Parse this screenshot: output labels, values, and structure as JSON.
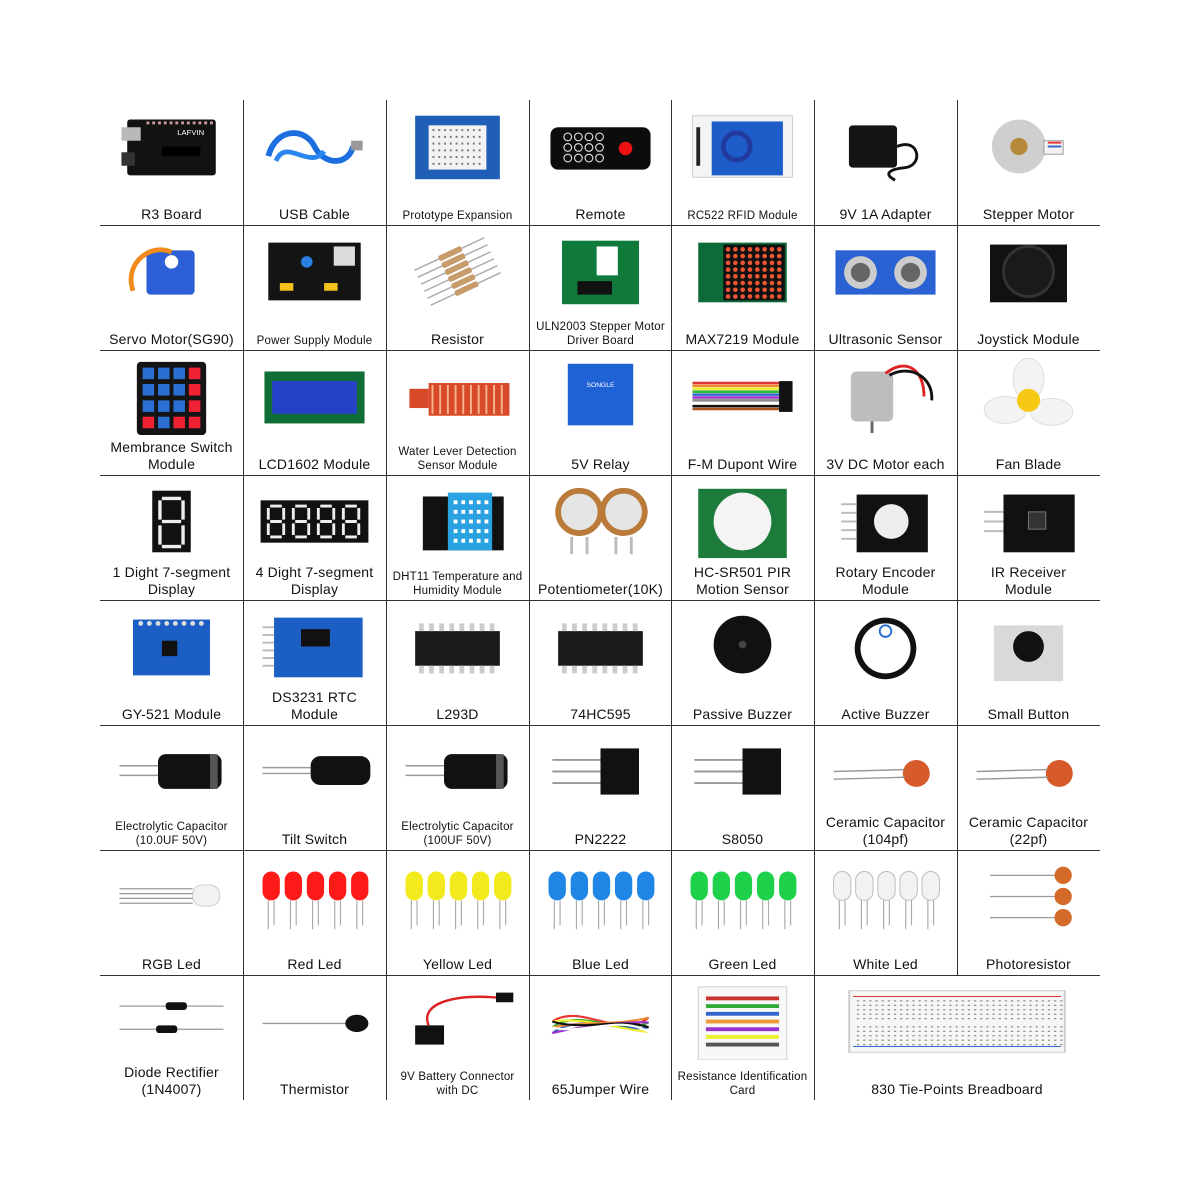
{
  "rows": [
    [
      {
        "label": "R3 Board",
        "icon": "arduino-board-icon"
      },
      {
        "label": "USB Cable",
        "icon": "usb-cable-icon"
      },
      {
        "label": "Prototype Expansion",
        "icon": "prototype-shield-icon",
        "small": true
      },
      {
        "label": "Remote",
        "icon": "ir-remote-icon"
      },
      {
        "label": "RC522 RFID Module",
        "icon": "rfid-module-icon",
        "small": true
      },
      {
        "label": "9V 1A Adapter",
        "icon": "power-adapter-icon"
      },
      {
        "label": "Stepper Motor",
        "icon": "stepper-motor-icon"
      }
    ],
    [
      {
        "label": "Servo Motor(SG90)",
        "icon": "servo-motor-icon"
      },
      {
        "label": "Power Supply Module",
        "icon": "power-supply-module-icon",
        "small": true
      },
      {
        "label": "Resistor",
        "icon": "resistor-icon"
      },
      {
        "label": "ULN2003 Stepper Motor\nDriver Board",
        "icon": "driver-board-icon",
        "small": true
      },
      {
        "label": "MAX7219 Module",
        "icon": "led-matrix-icon"
      },
      {
        "label": "Ultrasonic Sensor",
        "icon": "ultrasonic-sensor-icon"
      },
      {
        "label": "Joystick Module",
        "icon": "joystick-icon"
      }
    ],
    [
      {
        "label": "Membrance Switch\nModule",
        "icon": "keypad-icon"
      },
      {
        "label": "LCD1602 Module",
        "icon": "lcd-module-icon"
      },
      {
        "label": "Water Lever Detection\nSensor Module",
        "icon": "water-sensor-icon",
        "small": true
      },
      {
        "label": "5V Relay",
        "icon": "relay-icon"
      },
      {
        "label": "F-M Dupont Wire",
        "icon": "dupont-wire-icon"
      },
      {
        "label": "3V DC Motor each",
        "icon": "dc-motor-icon"
      },
      {
        "label": "Fan Blade",
        "icon": "fan-blade-icon"
      }
    ],
    [
      {
        "label": "1 Dight 7-segment\nDisplay",
        "icon": "seven-segment-icon"
      },
      {
        "label": "4 Dight 7-segment\nDisplay",
        "icon": "four-digit-display-icon"
      },
      {
        "label": "DHT11 Temperature and\nHumidity Module",
        "icon": "dht11-sensor-icon",
        "small": true
      },
      {
        "label": "Potentiometer(10K)",
        "icon": "potentiometer-icon"
      },
      {
        "label": "HC-SR501 PIR\nMotion Sensor",
        "icon": "pir-sensor-icon"
      },
      {
        "label": "Rotary Encoder\nModule",
        "icon": "rotary-encoder-icon"
      },
      {
        "label": "IR Receiver\nModule",
        "icon": "ir-receiver-icon"
      }
    ],
    [
      {
        "label": "GY-521 Module",
        "icon": "gyro-module-icon"
      },
      {
        "label": "DS3231 RTC\nModule",
        "icon": "rtc-module-icon"
      },
      {
        "label": "L293D",
        "icon": "dip-chip-icon"
      },
      {
        "label": "74HC595",
        "icon": "dip-chip-icon"
      },
      {
        "label": "Passive Buzzer",
        "icon": "passive-buzzer-icon"
      },
      {
        "label": "Active Buzzer",
        "icon": "active-buzzer-icon"
      },
      {
        "label": "Small Button",
        "icon": "push-button-icon"
      }
    ],
    [
      {
        "label": "Electrolytic Capacitor\n(10.0UF 50V)",
        "icon": "electrolytic-capacitor-icon",
        "small": true
      },
      {
        "label": "Tilt Switch",
        "icon": "tilt-switch-icon"
      },
      {
        "label": "Electrolytic Capacitor\n(100UF 50V)",
        "icon": "electrolytic-capacitor-icon",
        "small": true
      },
      {
        "label": "PN2222",
        "icon": "transistor-icon"
      },
      {
        "label": "S8050",
        "icon": "transistor-icon"
      },
      {
        "label": "Ceramic Capacitor\n(104pf)",
        "icon": "ceramic-capacitor-icon"
      },
      {
        "label": "Ceramic Capacitor\n(22pf)",
        "icon": "ceramic-capacitor-icon"
      }
    ],
    [
      {
        "label": "RGB Led",
        "icon": "rgb-led-icon"
      },
      {
        "label": "Red Led",
        "icon": "led-icon",
        "color": "#ff1a1a"
      },
      {
        "label": "Yellow Led",
        "icon": "led-icon",
        "color": "#f2ea1c"
      },
      {
        "label": "Blue Led",
        "icon": "led-icon",
        "color": "#1f86e6"
      },
      {
        "label": "Green Led",
        "icon": "led-icon",
        "color": "#1fd14a"
      },
      {
        "label": "White Led",
        "icon": "led-icon",
        "color": "#f2f2f2"
      },
      {
        "label": "Photoresistor",
        "icon": "photoresistor-icon"
      }
    ],
    [
      {
        "label": "Diode Rectifier\n(1N4007)",
        "icon": "diode-icon"
      },
      {
        "label": "Thermistor",
        "icon": "thermistor-icon"
      },
      {
        "label": "9V Battery Connector\nwith DC",
        "icon": "battery-connector-icon",
        "small": true
      },
      {
        "label": "65Jumper Wire",
        "icon": "jumper-wire-icon"
      },
      {
        "label": "Resistance Identification\nCard",
        "icon": "resistor-card-icon",
        "small": true
      },
      {
        "label": "830 Tie-Points Breadboard",
        "icon": "breadboard-icon",
        "span": 2
      }
    ]
  ]
}
